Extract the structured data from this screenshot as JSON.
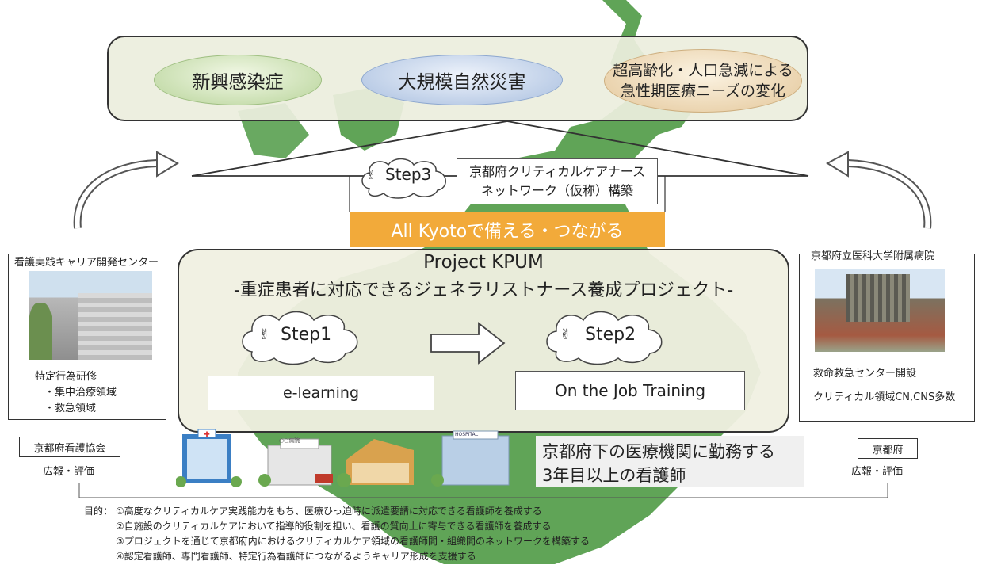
{
  "top": {
    "oval1": "新興感染症",
    "oval2": "大規模自然災害",
    "oval3_line1": "超高齢化・人口急減による",
    "oval3_line2": "急性期医療ニーズの変化"
  },
  "step3": {
    "label": "Step3",
    "scroll_line1": "京都府クリティカルケアナース",
    "scroll_line2": "ネットワーク（仮称）構築"
  },
  "banner": "All Kyotoで備える・つながる",
  "project": {
    "title": "Project KPUM",
    "subtitle": "-重症患者に対応できるジェネラリストナース養成プロジェクト-",
    "step1": "Step1",
    "step1_scroll": "e-learning",
    "step2": "Step2",
    "step2_scroll": "On the Job Training"
  },
  "left": {
    "title": "看護実践キャリア開発センター",
    "line1": "特定行為研修",
    "line2": "・集中治療領域",
    "line3": "・救急領域",
    "tag": "京都府看護協会",
    "sub": "広報・評価"
  },
  "right": {
    "title": "京都府立医科大学附属病院",
    "line1": "救命救急センター開設",
    "line2": "クリティカル領域CN,CNS多数",
    "tag": "京都府",
    "sub": "広報・評価"
  },
  "target_line1": "京都府下の医療機関に勤務する",
  "target_line2": "3年目以上の看護師",
  "buildings": {
    "sign": "○○病院",
    "hospital": "HOSPITAL"
  },
  "purpose": {
    "label": "目的：",
    "items": [
      "①高度なクリティカルケア実践能力をもち、医療ひっ迫時に派遣要請に対応できる看護師を養成する",
      "②自施設のクリティカルケアにおいて指導的役割を担い、看護の質向上に寄与できる看護師を養成する",
      "③プロジェクトを通じて京都府内におけるクリティカルケア領域の看護師間・組織間のネットワークを構築する",
      "④認定看護師、専門看護師、特定行為看護師につながるようキャリア形成を支援する"
    ]
  },
  "colors": {
    "map_green": "#4f9a45",
    "orange": "#f2aa3a",
    "box_fill": "#eceede",
    "oval_green": "#b8d49a",
    "oval_blue": "#a9bfdf",
    "oval_orange": "#e4c79a"
  },
  "icons": [
    "peace-hand-icon",
    "arrow-right-icon",
    "curved-arrow-icon"
  ]
}
